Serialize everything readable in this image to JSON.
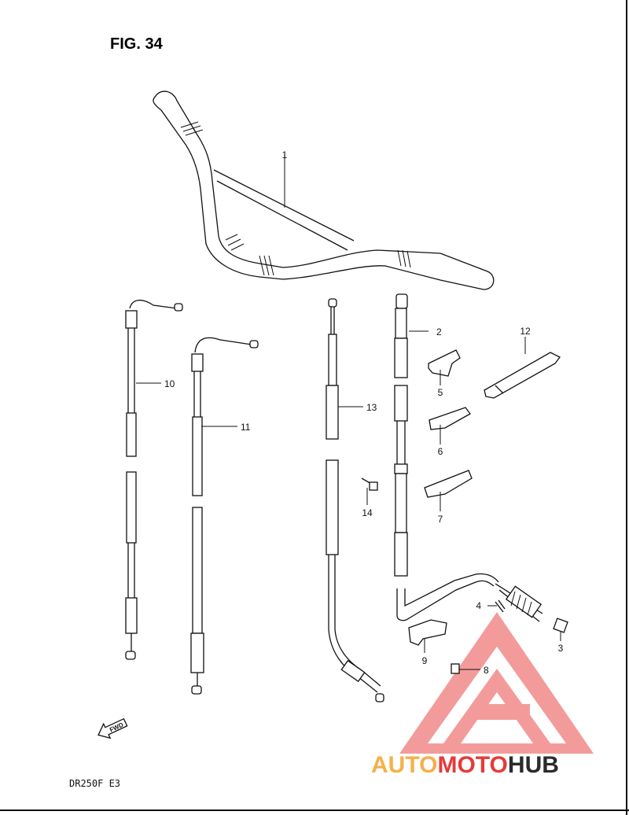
{
  "figure": {
    "title": "FIG. 34",
    "model": "DR250F  E3",
    "fwd_label": "FWD"
  },
  "callouts": [
    {
      "id": "1",
      "label": "1"
    },
    {
      "id": "2",
      "label": "2"
    },
    {
      "id": "3",
      "label": "3"
    },
    {
      "id": "4",
      "label": "4"
    },
    {
      "id": "5",
      "label": "5"
    },
    {
      "id": "6",
      "label": "6"
    },
    {
      "id": "7",
      "label": "7"
    },
    {
      "id": "8",
      "label": "8"
    },
    {
      "id": "9",
      "label": "9"
    },
    {
      "id": "10",
      "label": "10"
    },
    {
      "id": "11",
      "label": "11"
    },
    {
      "id": "12",
      "label": "12"
    },
    {
      "id": "13",
      "label": "13"
    },
    {
      "id": "14",
      "label": "14"
    }
  ],
  "watermark": {
    "part1": "AUTO",
    "part2": "MOTO",
    "part3": "HUB",
    "color_orange": "#f5b04a",
    "color_red": "#e63a3a",
    "color_dark": "#2b2b2b"
  }
}
